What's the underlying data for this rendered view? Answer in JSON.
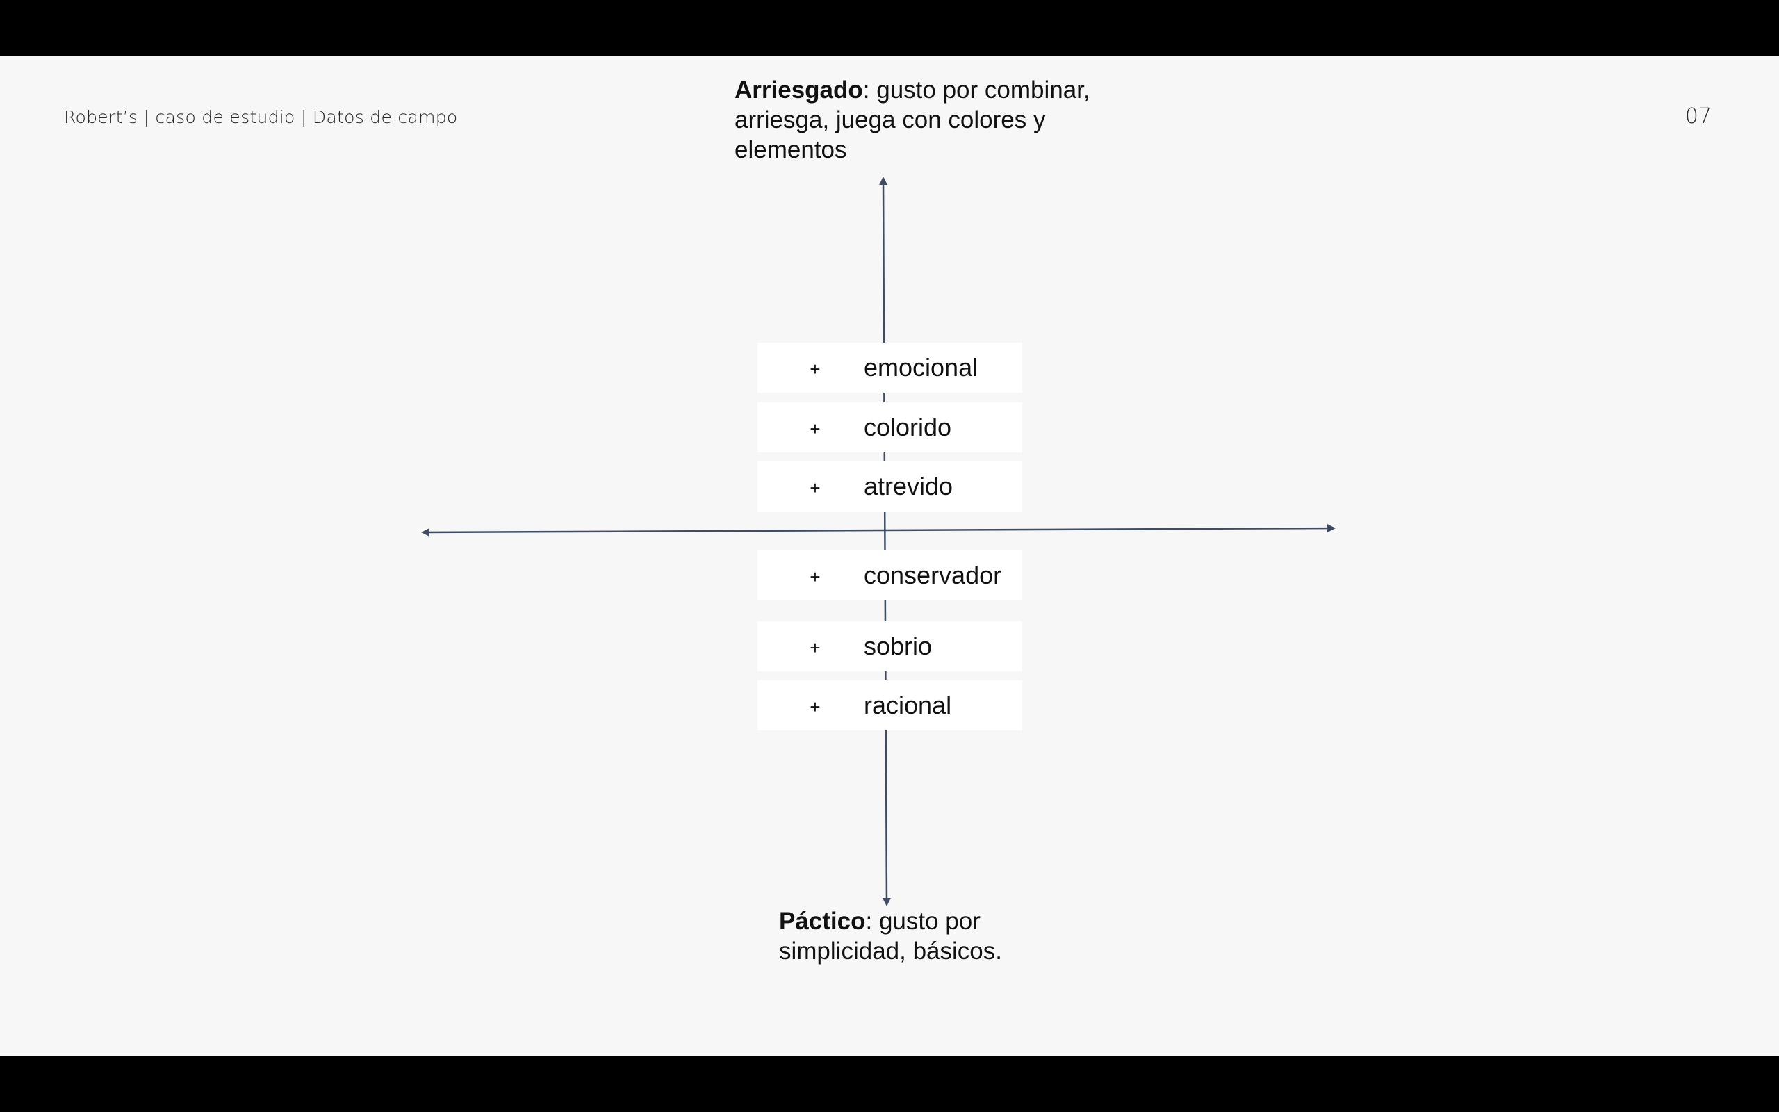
{
  "header": {
    "breadcrumb": "Robert’s | caso de estudio | Datos de campo",
    "page_number": "07"
  },
  "poles": {
    "top": {
      "term": "Arriesgado",
      "description": ": gusto por combinar, arriesga, juega con colores y elementos"
    },
    "bottom": {
      "term": "Páctico",
      "description": ": gusto por simplicidad, básicos."
    }
  },
  "traits": [
    {
      "symbol": "+",
      "label": "emocional"
    },
    {
      "symbol": "+",
      "label": "colorido"
    },
    {
      "symbol": "+",
      "label": "atrevido"
    },
    {
      "symbol": "+",
      "label": "conservador"
    },
    {
      "symbol": "+",
      "label": "sobrio"
    },
    {
      "symbol": "+",
      "label": "racional"
    }
  ],
  "colors": {
    "axis": "#3f4c63",
    "background": "#f7f7f7",
    "box": "#ffffff",
    "text": "#111111"
  }
}
